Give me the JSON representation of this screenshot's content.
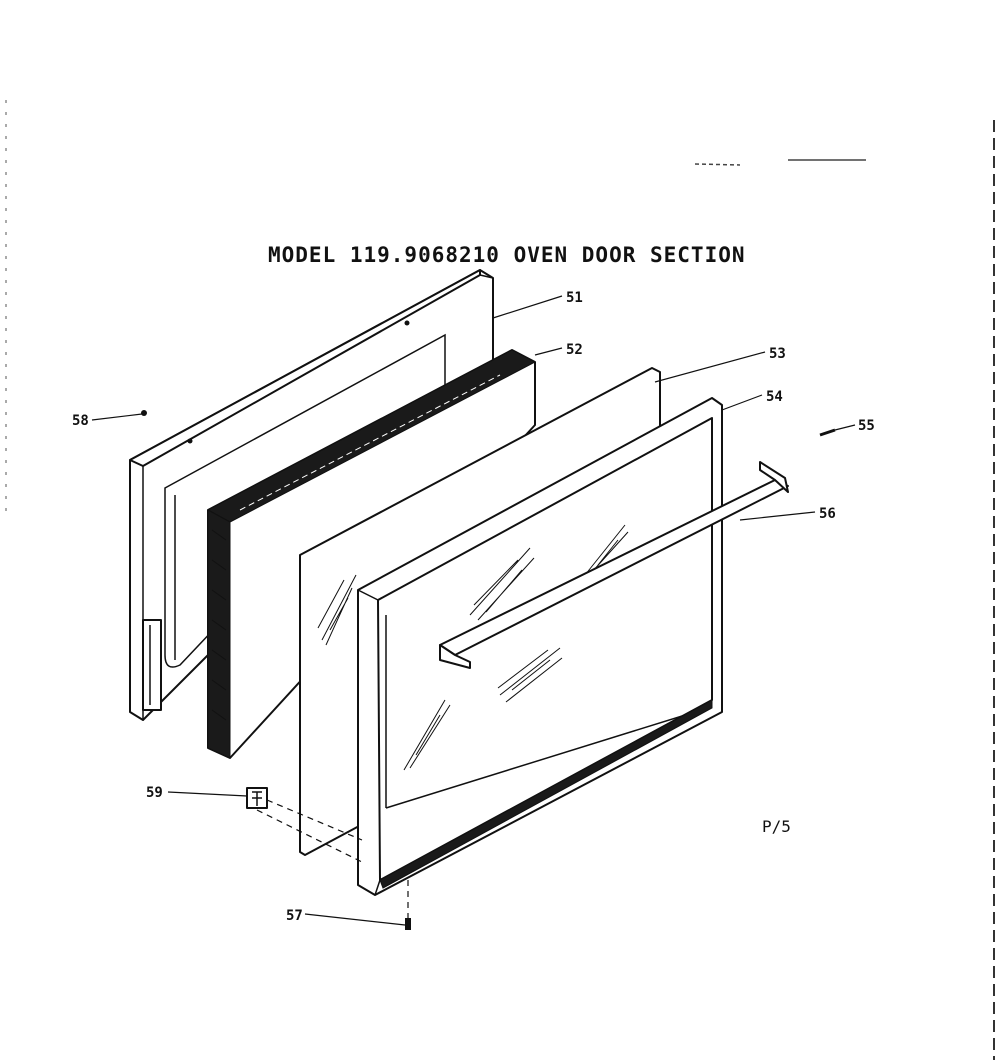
{
  "title": "MODEL 119.9068210  OVEN DOOR SECTION",
  "page_ref": "P/5",
  "callouts": {
    "c51": "51",
    "c52": "52",
    "c53": "53",
    "c54": "54",
    "c55": "55",
    "c56": "56",
    "c57": "57",
    "c58": "58",
    "c59": "59"
  }
}
